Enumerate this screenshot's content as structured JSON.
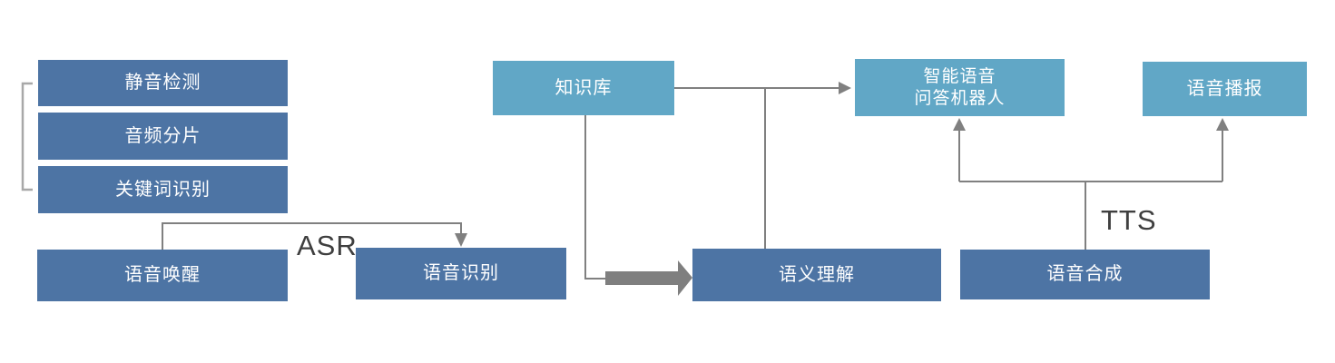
{
  "diagram": {
    "title": "speech-ai-pipeline-diagram",
    "nodes": {
      "silence_detection": {
        "label": "静音检测"
      },
      "audio_segmentation": {
        "label": "音频分片"
      },
      "keyword_recognition": {
        "label": "关键词识别"
      },
      "voice_wakeup": {
        "label": "语音唤醒"
      },
      "speech_recognition": {
        "label": "语音识别"
      },
      "knowledge_base": {
        "label": "知识库"
      },
      "semantic_understanding": {
        "label": "语义理解"
      },
      "qa_robot": {
        "label": "智能语音\n问答机器人"
      },
      "voice_broadcast": {
        "label": "语音播报"
      },
      "speech_synthesis": {
        "label": "语音合成"
      }
    },
    "edge_labels": {
      "asr": "ASR",
      "tts": "TTS"
    },
    "colors": {
      "dark_node": "#4d74a4",
      "light_node": "#61a7c6",
      "connector_gray": "#808080",
      "thick_arrow_gray": "#7f7f7f",
      "bracket_gray": "#a8a8a8",
      "edge_label_text": "#3f3f3f",
      "node_text": "#ffffff"
    }
  }
}
